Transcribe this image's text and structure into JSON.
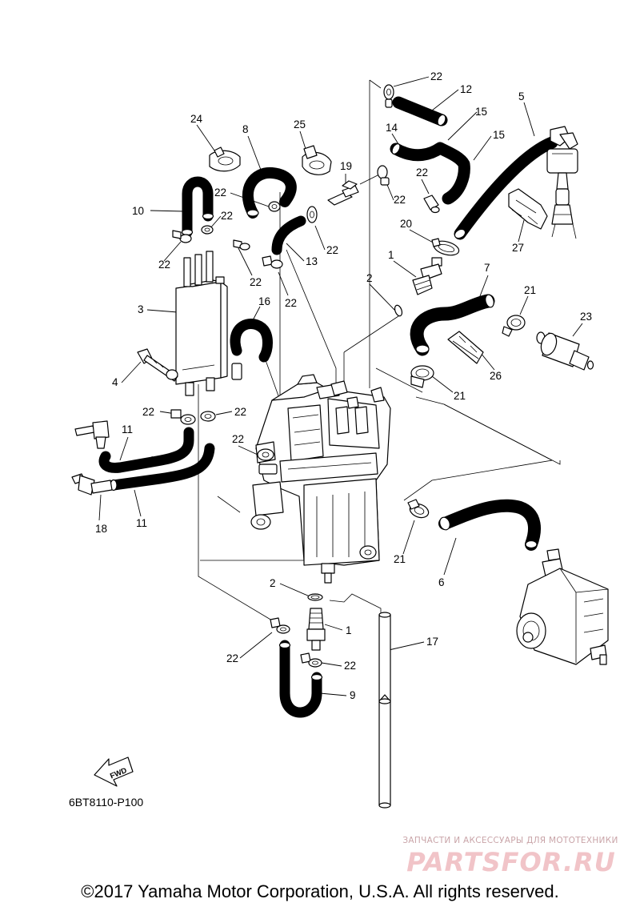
{
  "diagram": {
    "code": "6BT8110-P100",
    "fwd_label": "FWD",
    "copyright": "©2017 Yamaha Motor Corporation, U.S.A. All rights reserved.",
    "watermark": {
      "tagline": "ЗАПЧАСТИ И АКСЕССУАРЫ ДЛЯ МОТОТЕХНИКИ",
      "logo": "PARTSFOR.RU"
    }
  },
  "callouts": [
    {
      "id": "c22a",
      "text": "22"
    },
    {
      "id": "c12",
      "text": "12"
    },
    {
      "id": "c5",
      "text": "5"
    },
    {
      "id": "c15a",
      "text": "15"
    },
    {
      "id": "c15b",
      "text": "15"
    },
    {
      "id": "c14",
      "text": "14"
    },
    {
      "id": "c24",
      "text": "24"
    },
    {
      "id": "c8",
      "text": "8"
    },
    {
      "id": "c25",
      "text": "25"
    },
    {
      "id": "c19",
      "text": "19"
    },
    {
      "id": "c22b",
      "text": "22"
    },
    {
      "id": "c22c",
      "text": "22"
    },
    {
      "id": "c22d",
      "text": "22"
    },
    {
      "id": "c10",
      "text": "10"
    },
    {
      "id": "c22e",
      "text": "22"
    },
    {
      "id": "c20",
      "text": "20"
    },
    {
      "id": "c27",
      "text": "27"
    },
    {
      "id": "c22f",
      "text": "22"
    },
    {
      "id": "c22g",
      "text": "22"
    },
    {
      "id": "c22h",
      "text": "22"
    },
    {
      "id": "c13",
      "text": "13"
    },
    {
      "id": "c1a",
      "text": "1"
    },
    {
      "id": "c7",
      "text": "7"
    },
    {
      "id": "c3",
      "text": "3"
    },
    {
      "id": "c2a",
      "text": "2"
    },
    {
      "id": "c16",
      "text": "16"
    },
    {
      "id": "c22i",
      "text": "22"
    },
    {
      "id": "c21a",
      "text": "21"
    },
    {
      "id": "c23",
      "text": "23"
    },
    {
      "id": "c4",
      "text": "4"
    },
    {
      "id": "c26",
      "text": "26"
    },
    {
      "id": "c21b",
      "text": "21"
    },
    {
      "id": "c22j",
      "text": "22"
    },
    {
      "id": "c22k",
      "text": "22"
    },
    {
      "id": "c11a",
      "text": "11"
    },
    {
      "id": "c22l",
      "text": "22"
    },
    {
      "id": "c18",
      "text": "18"
    },
    {
      "id": "c11b",
      "text": "11"
    },
    {
      "id": "c21c",
      "text": "21"
    },
    {
      "id": "c6",
      "text": "6"
    },
    {
      "id": "c2b",
      "text": "2"
    },
    {
      "id": "c1b",
      "text": "1"
    },
    {
      "id": "c17",
      "text": "17"
    },
    {
      "id": "c22m",
      "text": "22"
    },
    {
      "id": "c22n",
      "text": "22"
    },
    {
      "id": "c9",
      "text": "9"
    }
  ]
}
